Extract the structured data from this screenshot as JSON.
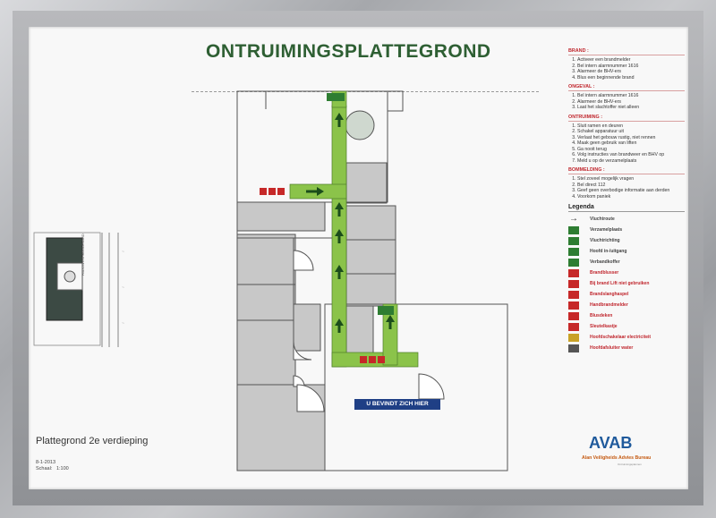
{
  "title": "ONTRUIMINGSPLATTEGROND",
  "floor_label": "Plattegrond 2e verdieping",
  "date": "8-1-2013",
  "scale_label": "Schaal:",
  "scale_value": "1:100",
  "you_are_here": "U BEVINDT ZICH HIER",
  "street_label": "FADOWITO BOULEVARD",
  "sections": {
    "brand": {
      "title": "BRAND :",
      "items": [
        "Activeer een brandmelder",
        "Bel intern alarmnummer 1616",
        "Alarmeer de BHV-ers",
        "Blus een beginnende brand"
      ]
    },
    "ongeval": {
      "title": "ONGEVAL :",
      "items": [
        "Bel intern alarmnummer 1616",
        "Alarmeer de BHV-ers",
        "Laat het slachtoffer niet alleen"
      ]
    },
    "ontruiming": {
      "title": "ONTRUIMING :",
      "items": [
        "Sluit ramen en deuren",
        "Schakel apparatuur uit",
        "Verlaat het gebouw rustig, niet rennen",
        "Maak geen gebruik van liften",
        "Ga nooit terug",
        "Volg instructies van brandweer en BHV op",
        "Meld u op de verzamelplaats"
      ]
    },
    "bommelding": {
      "title": "BOMMELDING :",
      "items": [
        "Stel zoveel mogelijk vragen",
        "Bel direct 112",
        "Geef geen overbodige informatie aan derden",
        "Voorkom paniek"
      ]
    }
  },
  "legend": {
    "title": "Legenda",
    "items": [
      {
        "label": "Vluchtroute",
        "icon": "arrow-right-icon",
        "color": "#333333",
        "red": false
      },
      {
        "label": "Verzamelplaats",
        "icon": "assembly-point-icon",
        "color": "#2e7d32",
        "red": false
      },
      {
        "label": "Vluchtrichting",
        "icon": "escape-direction-icon",
        "color": "#2e7d32",
        "red": false
      },
      {
        "label": "Hoofd in-/uitgang",
        "icon": "main-entrance-icon",
        "color": "#2e7d32",
        "red": false
      },
      {
        "label": "Verbandkoffer",
        "icon": "first-aid-icon",
        "color": "#2e7d32",
        "red": false
      },
      {
        "label": "Brandblusser",
        "icon": "fire-extinguisher-icon",
        "color": "#c62828",
        "red": true
      },
      {
        "label": "Bij brand Lift niet gebruiken",
        "icon": "no-lift-icon",
        "color": "#c62828",
        "red": true
      },
      {
        "label": "Brandslanghaspel",
        "icon": "fire-hose-icon",
        "color": "#c62828",
        "red": true
      },
      {
        "label": "Handbrandmelder",
        "icon": "fire-alarm-icon",
        "color": "#c62828",
        "red": true
      },
      {
        "label": "Blusdeken",
        "icon": "fire-blanket-icon",
        "color": "#c62828",
        "red": true
      },
      {
        "label": "Sleutelkastje",
        "icon": "key-box-icon",
        "color": "#c62828",
        "red": true
      },
      {
        "label": "Hoofdschakelaar electriciteit",
        "icon": "main-switch-icon",
        "color": "#c9a227",
        "red": true
      },
      {
        "label": "Hoofdafsluiter water",
        "icon": "water-valve-icon",
        "color": "#555555",
        "red": true
      }
    ]
  },
  "logo": {
    "word": "AVAB",
    "subtitle": "Alan Veiligheids Advies Bureau",
    "tagline": "Ontruimingsplannen"
  },
  "colors": {
    "route": "#8bc34a",
    "title": "#2e5f33",
    "accent_red": "#c0262d",
    "here_bg": "#1f3f85",
    "room_fill": "#c8c8c8"
  }
}
